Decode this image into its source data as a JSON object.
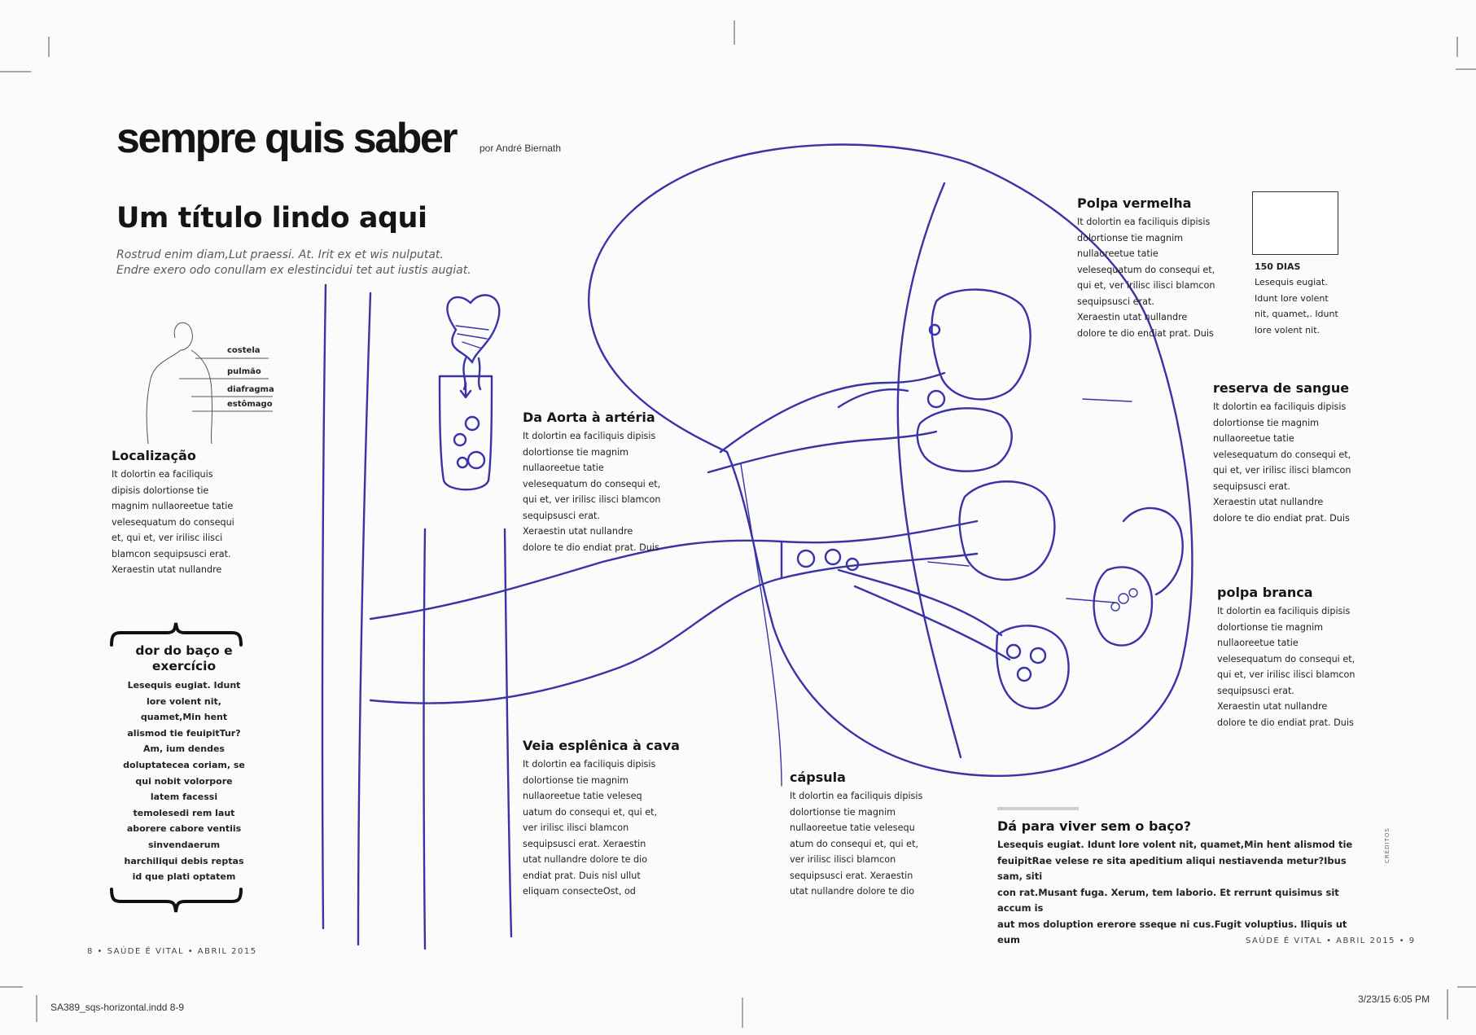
{
  "header": {
    "spread_title": "sempre quis saber",
    "byline": "por André Biernath"
  },
  "article": {
    "headline": "Um título lindo aqui",
    "deck": "Rostrud enim diam,Lut praessi. At. Irit ex et wis nulputat. Endre exero odo conullam ex elestincidui tet aut iustis augiat."
  },
  "body_figure": {
    "labels": [
      "costela",
      "pulmão",
      "diafragma",
      "estômago"
    ]
  },
  "sections": {
    "localizacao": {
      "title": "Localização",
      "text": "It dolortin ea faciliquis\ndipisis dolortionse tie\nmagnim nullaoreetue tatie\nvelesequatum do consequi\net, qui et, ver irilisc ilisci\nblamcon sequipsusci erat.\nXeraestin utat nullandre"
    },
    "aorta": {
      "title": "Da Aorta à artéria",
      "text": "It dolortin ea faciliquis dipisis\ndolortionse tie magnim\nnullaoreetue tatie\nvelesequatum do consequi et,\nqui et, ver irilisc ilisci blamcon\nsequipsusci erat.\nXeraestin utat nullandre\ndolore te dio endiat prat. Duis"
    },
    "veia": {
      "title": "Veia esplênica à cava",
      "text": "It dolortin ea faciliquis dipisis\ndolortionse tie magnim\nnullaoreetue tatie veleseq\nuatum do consequi et, qui et,\nver irilisc ilisci blamcon\nsequipsusci erat.  Xeraestin\nutat nullandre dolore te dio\nendiat prat. Duis nisl ullut\neliquam consecteOst, od"
    },
    "capsula": {
      "title": "cápsula",
      "text": "It dolortin ea faciliquis dipisis\ndolortionse tie magnim\nnullaoreetue tatie velesequ\natum do consequi et, qui et,\nver irilisc ilisci blamcon\nsequipsusci erat. Xeraestin\nutat nullandre dolore te dio"
    },
    "polpa_vermelha": {
      "title": "Polpa vermelha",
      "text": "It dolortin ea faciliquis dipisis\ndolortionse tie magnim\nnullaoreetue tatie\nvelesequatum do consequi et,\nqui et, ver irilisc ilisci blamcon\nsequipsusci erat.\nXeraestin utat nullandre\ndolore te dio endiat prat. Duis"
    },
    "reserva": {
      "title": "reserva de sangue",
      "text": "It dolortin ea faciliquis dipisis\ndolortionse tie magnim\nnullaoreetue tatie\nvelesequatum do consequi et,\nqui et, ver irilisc ilisci blamcon\nsequipsusci erat.\nXeraestin utat nullandre\ndolore te dio endiat prat. Duis"
    },
    "polpa_branca": {
      "title": "polpa branca",
      "text": "It dolortin ea faciliquis dipisis\ndolortionse tie magnim\nnullaoreetue tatie\nvelesequatum do consequi et,\nqui et, ver irilisc ilisci blamcon\nsequipsusci erat.\nXeraestin utat nullandre\ndolore te dio endiat prat. Duis"
    },
    "viver": {
      "title": "Dá para viver sem o baço?",
      "text": "Lesequis eugiat. Idunt lore volent nit, quamet,Min hent alismod tie\nfeuipitRae velese re sita apeditium aliqui nestiavenda metur?Ibus sam, siti\ncon rat.Musant fuga. Xerum, tem laborio. Et rerrunt quisimus sit accum is\naut mos doluption ererore sseque ni cus.Fugit voluptius. Iliquis ut eum"
    }
  },
  "callout": {
    "number": "150 DIAS",
    "text": "Lesequis eugiat.\nIdunt lore volent\nnit, quamet,. Idunt\nlore volent nit."
  },
  "sidebar": {
    "title": "dor do baço e exercício",
    "text": "Lesequis eugiat. Idunt\nlore volent nit,\nquamet,Min hent\nalismod tie feuipitTur?\nAm, ium dendes\ndoluptatecea coriam, se\nqui nobit volorpore\nlatem facessi\ntemolesedi rem laut\naborere cabore ventiis\nsinvendaerum\nharchiliqui debis reptas\nid que plati optatem"
  },
  "footer": {
    "folio_left": "8 • SAÚDE É VITAL • ABRIL 2015",
    "folio_right": "SAÚDE É VITAL • ABRIL 2015 • 9",
    "slug_file": "SA389_sqs-horizontal.indd   8-9",
    "slug_date": "3/23/15   6:05 PM",
    "credit": "CRÉDITOS"
  },
  "colors": {
    "ink": "#3a33a8",
    "text": "#1a1a1a"
  }
}
